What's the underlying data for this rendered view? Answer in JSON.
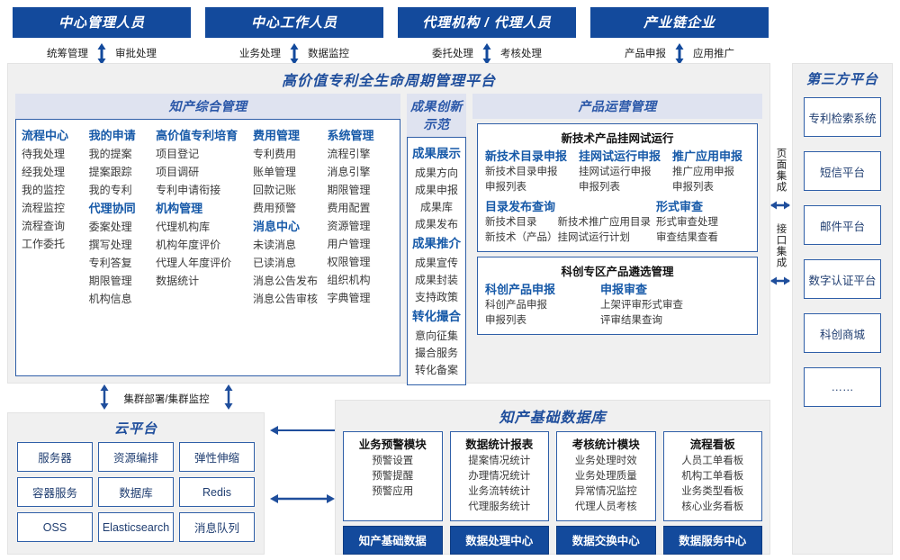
{
  "roles": [
    {
      "title": "中心管理人员",
      "left": "统筹管理",
      "right": "审批处理"
    },
    {
      "title": "中心工作人员",
      "left": "业务处理",
      "right": "数据监控"
    },
    {
      "title": "代理机构 / 代理人员",
      "left": "委托处理",
      "right": "考核处理"
    },
    {
      "title": "产业链企业",
      "left": "产品申报",
      "right": "应用推广"
    }
  ],
  "platform": {
    "title": "高价值专利全生命周期管理平台",
    "zone_a": {
      "title": "知产综合管理",
      "columns": [
        {
          "blocks": [
            {
              "group": "流程中心",
              "items": [
                "待我处理",
                "经我处理",
                "我的监控",
                "流程监控",
                "流程查询",
                "工作委托"
              ]
            }
          ]
        },
        {
          "blocks": [
            {
              "group": "我的申请",
              "items": [
                "我的提案",
                "提案跟踪",
                "我的专利"
              ]
            },
            {
              "group": "代理协同",
              "items": [
                "委案处理",
                "撰写处理",
                "专利答复",
                "期限管理",
                "机构信息"
              ]
            }
          ]
        },
        {
          "blocks": [
            {
              "group": "高价值专利培育",
              "items": [
                "项目登记",
                "项目调研",
                "专利申请衔接"
              ]
            },
            {
              "group": "机构管理",
              "items": [
                "代理机构库",
                "机构年度评价",
                "代理人年度评价",
                "数据统计"
              ]
            }
          ]
        },
        {
          "blocks": [
            {
              "group": "费用管理",
              "items": [
                "专利费用",
                "账单管理",
                "回款记账",
                "费用预警"
              ]
            },
            {
              "group": "消息中心",
              "items": [
                "未读消息",
                "已读消息",
                "消息公告发布",
                "消息公告审核"
              ]
            }
          ]
        },
        {
          "blocks": [
            {
              "group": "系统管理",
              "items": [
                "流程引擎",
                "消息引擎",
                "期限管理",
                "费用配置",
                "资源管理",
                "用户管理",
                "权限管理",
                "组织机构",
                "字典管理"
              ]
            }
          ]
        }
      ]
    },
    "zone_b": {
      "title": "成果创新示范",
      "blocks": [
        {
          "group": "成果展示",
          "items": [
            "成果方向",
            "成果申报",
            "成果库",
            "成果发布"
          ]
        },
        {
          "group": "成果推介",
          "items": [
            "成果宣传",
            "成果封装",
            "支持政策"
          ]
        },
        {
          "group": "转化撮合",
          "items": [
            "意向征集",
            "撮合服务",
            "转化备案"
          ]
        }
      ]
    },
    "zone_c": {
      "title": "产品运营管理",
      "panel1": {
        "title": "新技术产品挂网试运行",
        "columns": [
          {
            "group": "新技术目录申报",
            "items": [
              "新技术目录申报",
              "申报列表"
            ]
          },
          {
            "group": "挂网试运行申报",
            "items": [
              "挂网试运行申报",
              "申报列表"
            ]
          },
          {
            "group": "推广应用申报",
            "items": [
              "推广应用申报",
              "申报列表"
            ]
          }
        ],
        "row2_left_group": "目录发布查询",
        "row2_right_group": "形式审查",
        "row2_left_items": [
          "新技术目录　　新技术推广应用目录",
          "新技术（产品）挂网试运行计划"
        ],
        "row2_right_items": [
          "形式审查处理",
          "审查结果查看"
        ]
      },
      "panel2": {
        "title": "科创专区产品遴选管理",
        "columns": [
          {
            "group": "科创产品申报",
            "items": [
              "科创产品申报",
              "申报列表"
            ]
          },
          {
            "group": "申报审查",
            "items": [
              "上架评审形式审查",
              "评审结果查询"
            ]
          }
        ]
      }
    }
  },
  "integration": {
    "page": "页面集成",
    "api": "接口集成"
  },
  "third_party": {
    "title": "第三方平台",
    "items": [
      "专利检索系统",
      "短信平台",
      "邮件平台",
      "数字认证平台",
      "科创商城",
      "……"
    ]
  },
  "cluster_label": "集群部署/集群监控",
  "cloud": {
    "title": "云平台",
    "items": [
      "服务器",
      "资源编排",
      "弹性伸缩",
      "容器服务",
      "数据库",
      "Redis",
      "OSS",
      "Elasticsearch",
      "消息队列"
    ]
  },
  "repo": {
    "title": "知产基础数据库",
    "columns": [
      {
        "head": "业务预警模块",
        "items": [
          "预警设置",
          "预警提醒",
          "预警应用"
        ],
        "footer": "知产基础数据"
      },
      {
        "head": "数据统计报表",
        "items": [
          "提案情况统计",
          "办理情况统计",
          "业务流转统计",
          "代理服务统计"
        ],
        "footer": "数据处理中心"
      },
      {
        "head": "考核统计模块",
        "items": [
          "业务处理时效",
          "业务处理质量",
          "异常情况监控",
          "代理人员考核"
        ],
        "footer": "数据交换中心"
      },
      {
        "head": "流程看板",
        "items": [
          "人员工单看板",
          "机构工单看板",
          "业务类型看板",
          "核心业务看板"
        ],
        "footer": "数据服务中心"
      }
    ]
  },
  "colors": {
    "brand_dark": "#134a9c",
    "brand": "#1f4e9c",
    "border": "#2f5fa8",
    "zone_header_bg": "#dfe3f0",
    "panel_bg": "#f0f0f0",
    "link": "#1659a8"
  }
}
